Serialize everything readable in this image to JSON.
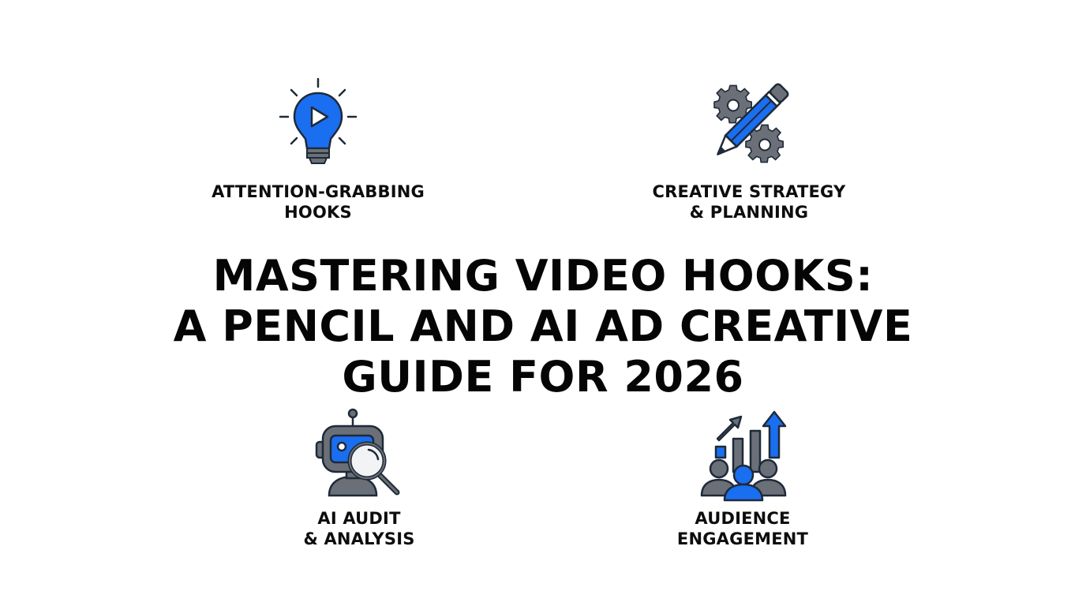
{
  "colors": {
    "background": "#ffffff",
    "text": "#050505",
    "accent_blue": "#1a6ef0",
    "icon_gray": "#6b7078",
    "icon_outline": "#1f2a38"
  },
  "title": {
    "lines": [
      "MASTERING VIDEO HOOKS:",
      "A PENCIL AND AI AD CREATIVE",
      "GUIDE FOR 2026"
    ]
  },
  "features": [
    {
      "icon": "lightbulb-play-icon",
      "label": "ATTENTION-GRABBING\nHOOKS"
    },
    {
      "icon": "pencil-gears-icon",
      "label": "CREATIVE STRATEGY\n& PLANNING"
    },
    {
      "icon": "robot-magnifier-icon",
      "label": "AI AUDIT\n& ANALYSIS"
    },
    {
      "icon": "audience-growth-chart-icon",
      "label": "AUDIENCE\nENGAGEMENT"
    }
  ]
}
